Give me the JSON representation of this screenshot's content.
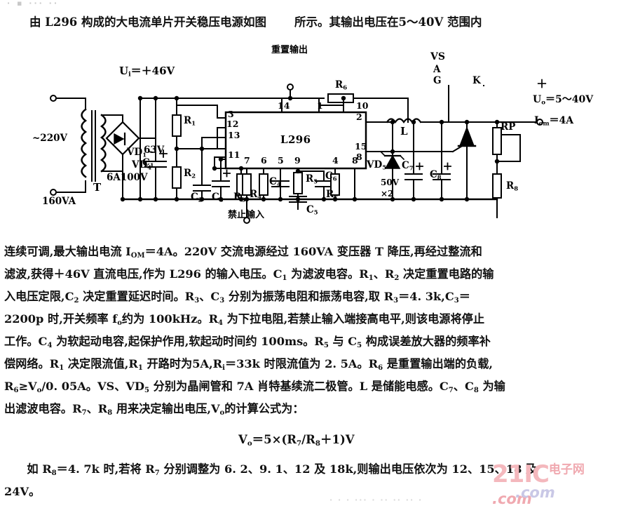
{
  "document": {
    "title": "由L296构成的大电流单片开关稳压电源",
    "top_faint": "· ▪ ··· ··",
    "bottom_faint": "· · · ··· · ·· ·· ·· ·"
  },
  "intro": {
    "line1_a": "由 L296 构成的大电流单片开关稳压电源如图",
    "line1_b": "所示。其输出电压在5～40V 范围内"
  },
  "schematic": {
    "ic_name": "L296",
    "labels": {
      "vin": "U i =＋46V",
      "vin_text": "U",
      "vin_sub": "i",
      "vin_val": "＝＋46V",
      "ac_in": "~220V",
      "transformer": "T",
      "transformer_va": "160VA",
      "bridge_1": "VD",
      "bridge_1_sub": "1",
      "bridge_tilde": "~",
      "bridge_2": "VD",
      "bridge_2_sub": "4",
      "bridge_rating": "6A100V",
      "c1": "C",
      "c1_sub": "1",
      "c1_volt": "63V",
      "r1": "R",
      "r1_sub": "1",
      "r2": "R",
      "r2_sub": "2",
      "c2": "C",
      "c2_sub": "2",
      "c3": "C",
      "c3_sub": "3",
      "r3": "R",
      "r3_sub": "3",
      "r4": "R",
      "r4_sub": "4",
      "c4": "C",
      "c4_sub": "4",
      "r5": "R",
      "r5_sub": "5",
      "c5": "C",
      "c5_sub": "5",
      "c6": "C",
      "c6_sub": "6",
      "r7": "R",
      "r7_sub": "7",
      "r6": "R",
      "r6_sub": "6",
      "r8": "R",
      "r8_sub": "8",
      "vd5": "VD",
      "vd5_sub": "5",
      "c7": "C",
      "c7_sub": "7",
      "c8": "C",
      "c8_sub": "8",
      "c78_volt": "50V",
      "c78_mult": "×2",
      "inductor": "L",
      "scr": "VS",
      "scr_a": "A",
      "scr_g": "G",
      "scr_k": "K",
      "rp": "RP",
      "reset_out": "重置输出",
      "inhibit_in": "禁止输入",
      "out_plus": "＋",
      "uo": "U",
      "uo_sub": "o",
      "uo_val": "＝5～40V",
      "iom": "I",
      "iom_sub": "om",
      "iom_val": "＝4A"
    },
    "pins_top": [
      "3",
      "12",
      "13",
      "14",
      "1",
      "10"
    ],
    "pins_left": [
      "3",
      "12",
      "13",
      "11"
    ],
    "pins_bottom": [
      "7",
      "6",
      "5",
      "9",
      "4",
      "8"
    ],
    "pins_right": [
      "10",
      "2",
      "15",
      "8"
    ]
  },
  "body": {
    "line1": "连续可调,最大输出电流 I OM ＝4A。220V 交流电源经过 160VA 变压器 T 降压,再经过整流和",
    "lines": [
      {
        "id": "l1",
        "parts": [
          {
            "t": "连续可调,最大输出电流 I"
          },
          {
            "t": "OM",
            "sub": true
          },
          {
            "t": "＝4A。220V 交流电源经过 160VA 变压器 T 降压,再经过整流和"
          }
        ]
      },
      {
        "id": "l2",
        "parts": [
          {
            "t": "滤波,获得＋46V 直流电压,作为 L296 的输入电压。C"
          },
          {
            "t": "1",
            "sub": true
          },
          {
            "t": " 为滤波电容。R"
          },
          {
            "t": "1",
            "sub": true
          },
          {
            "t": "、R"
          },
          {
            "t": "2",
            "sub": true
          },
          {
            "t": " 决定重置电路的输"
          }
        ]
      },
      {
        "id": "l3",
        "parts": [
          {
            "t": "入电压定限,C"
          },
          {
            "t": "2",
            "sub": true
          },
          {
            "t": " 决定重置延迟时间。R"
          },
          {
            "t": "3",
            "sub": true
          },
          {
            "t": "、C"
          },
          {
            "t": "3",
            "sub": true
          },
          {
            "t": " 分别为振荡电阻和振荡电容,取 R"
          },
          {
            "t": "3",
            "sub": true
          },
          {
            "t": "＝4. 3k,C"
          },
          {
            "t": "3",
            "sub": true
          },
          {
            "t": "＝"
          }
        ]
      },
      {
        "id": "l4",
        "parts": [
          {
            "t": "2200p 时,开关频率 f"
          },
          {
            "t": "o",
            "sub": true
          },
          {
            "t": "约为 100kHz。R"
          },
          {
            "t": "4",
            "sub": true
          },
          {
            "t": " 为下拉电阻,若禁止输入端接高电平,则该电源将停止"
          }
        ]
      },
      {
        "id": "l5",
        "parts": [
          {
            "t": "工作。C"
          },
          {
            "t": "4",
            "sub": true
          },
          {
            "t": " 为软起动电容,起保护作用,软起动时间约 100ms。R"
          },
          {
            "t": "5",
            "sub": true
          },
          {
            "t": " 与 C"
          },
          {
            "t": "5",
            "sub": true
          },
          {
            "t": " 构成误差放大器的频率补"
          }
        ]
      },
      {
        "id": "l6",
        "parts": [
          {
            "t": "偿网络。R"
          },
          {
            "t": "1",
            "sub": true
          },
          {
            "t": " 决定限流值,R"
          },
          {
            "t": "1",
            "sub": true
          },
          {
            "t": " 开路时为5A,R"
          },
          {
            "t": "i",
            "sub": true
          },
          {
            "t": "＝33k 时限流值为 2. 5A。R"
          },
          {
            "t": "6",
            "sub": true
          },
          {
            "t": " 是重置输出端的负载,"
          }
        ]
      },
      {
        "id": "l7",
        "parts": [
          {
            "t": "R"
          },
          {
            "t": "6",
            "sub": true
          },
          {
            "t": "≥V"
          },
          {
            "t": "o",
            "sub": true
          },
          {
            "t": "/0. 05A。VS、VD"
          },
          {
            "t": "5",
            "sub": true
          },
          {
            "t": " 分别为晶闸管和 7A 肖特基续流二极管。L 是储能电感。C"
          },
          {
            "t": "7",
            "sub": true
          },
          {
            "t": "、C"
          },
          {
            "t": "8",
            "sub": true
          },
          {
            "t": " 为输"
          }
        ]
      },
      {
        "id": "l8",
        "parts": [
          {
            "t": "出滤波电容。R"
          },
          {
            "t": "7",
            "sub": true
          },
          {
            "t": "、R"
          },
          {
            "t": "8",
            "sub": true
          },
          {
            "t": " 用来决定输出电压,V"
          },
          {
            "t": "o",
            "sub": true
          },
          {
            "t": "的计算公式为："
          }
        ]
      }
    ],
    "formula": [
      {
        "t": "V"
      },
      {
        "t": "o",
        "sub": true
      },
      {
        "t": "＝5×(R"
      },
      {
        "t": "7",
        "sub": true
      },
      {
        "t": "/R"
      },
      {
        "t": "8",
        "sub": true
      },
      {
        "t": "＋1)V"
      }
    ],
    "final": [
      {
        "id": "f1",
        "parts": [
          {
            "t": "　　如 R"
          },
          {
            "t": "8",
            "sub": true
          },
          {
            "t": "＝4. 7k 时,若将 R"
          },
          {
            "t": "7",
            "sub": true
          },
          {
            "t": " 分别调整为 6. 2、9. 1、12 及 18k,则输出电压依次为 12、15、18 及"
          }
        ]
      },
      {
        "id": "f2",
        "parts": [
          {
            "t": "24V。"
          }
        ]
      }
    ]
  },
  "watermark": {
    "main": "21IC",
    "cn": "电子网",
    "domain": ".com",
    "shadow": ".com"
  },
  "colors": {
    "ink": "#111111",
    "watermark_pink": "#f4b8bd",
    "watermark_blue": "#c9c8e6",
    "background": "#ffffff"
  }
}
